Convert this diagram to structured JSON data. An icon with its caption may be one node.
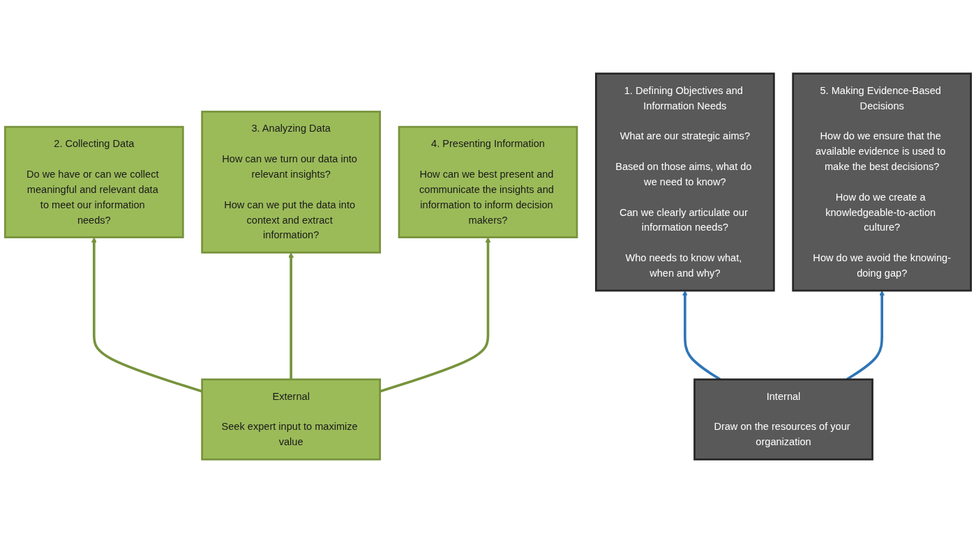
{
  "diagram": {
    "nodes": [
      {
        "text": [
          "1. Defining Objectives and Information Needs",
          "What are our strategic aims?",
          "Based on those aims, what do we need to know?",
          "Can we clearly articulate our information needs?",
          "Who needs to know what, when and why?"
        ]
      },
      {
        "text": [
          "2. Collecting Data",
          "Do we have or can we collect meaningful and relevant data to meet our information needs?"
        ]
      },
      {
        "text": [
          "3. Analyzing Data",
          "How can we turn our data into relevant insights?",
          "How can we put the data into context and extract information?"
        ]
      },
      {
        "text": [
          "4. Presenting Information",
          "How can we best present and communicate the insights and information to inform decision makers?"
        ]
      },
      {
        "text": [
          "5. Making Evidence-Based Decisions",
          "How do we ensure that the available evidence is used to make the best decisions?",
          "How do we create a knowledgeable-to-action culture?",
          "How do we avoid the knowing-doing gap?"
        ]
      },
      {
        "text": [
          "External",
          "Seek expert input to maximize value"
        ]
      },
      {
        "text": [
          "Internal",
          "Draw on the resources of your organization"
        ]
      }
    ],
    "edges": [
      {
        "from": 5,
        "to": 1,
        "arrow": "to"
      },
      {
        "from": 5,
        "to": 2,
        "arrow": "to"
      },
      {
        "from": 5,
        "to": 3,
        "arrow": "to"
      },
      {
        "from": 6,
        "to": 0,
        "arrow": "to",
        "color": "#2e75b6"
      },
      {
        "from": 6,
        "to": 4,
        "arrow": "to",
        "color": "#2e75b6"
      }
    ]
  }
}
